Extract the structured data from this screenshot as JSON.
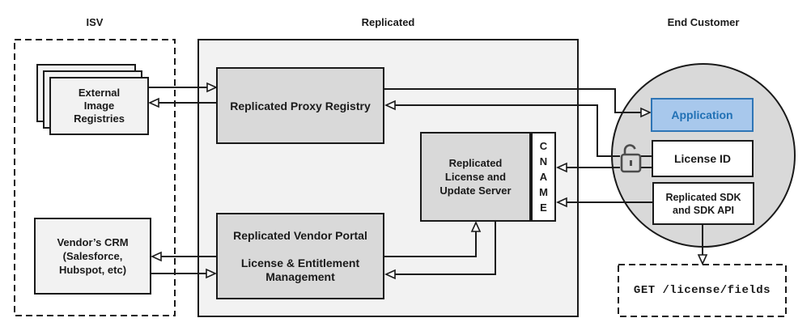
{
  "titles": {
    "isv": "ISV",
    "replicated": "Replicated",
    "end_customer": "End Customer"
  },
  "isv": {
    "external_registries": "External\nImage\nRegistries",
    "vendor_crm": "Vendor’s CRM\n(Salesforce,\nHubspot, etc)"
  },
  "replicated": {
    "proxy_registry": "Replicated Proxy Registry",
    "license_update_server": "Replicated\nLicense and\nUpdate Server",
    "cname": "C\nN\nA\nM\nE",
    "vendor_portal": "Replicated Vendor Portal\n\nLicense & Entitlement\nManagement"
  },
  "end_customer": {
    "application": "Application",
    "license_id": "License ID",
    "sdk": "Replicated SDK\nand SDK API",
    "get_request": "GET /license/fields"
  },
  "icons": {
    "unlock": "open-padlock-icon"
  },
  "colors": {
    "box_gray": "#d9d9d9",
    "container_gray": "#f2f2f2",
    "line_black": "#1a1a1a",
    "app_fill_blue": "#a8c8ec",
    "app_border_blue": "#2e75b6",
    "app_text_blue": "#2171b5"
  }
}
